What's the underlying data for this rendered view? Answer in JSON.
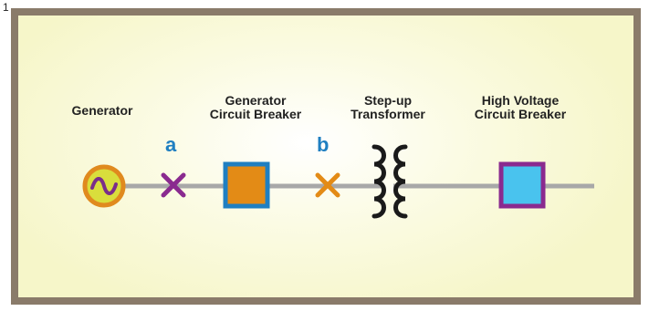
{
  "figure": {
    "number": "1"
  },
  "labels": {
    "generator": "Generator",
    "gcb_line1": "Generator",
    "gcb_line2": "Circuit Breaker",
    "transformer_line1": "Step-up",
    "transformer_line2": "Transformer",
    "hvcb_line1": "High Voltage",
    "hvcb_line2": "Circuit Breaker"
  },
  "fault_points": {
    "a": "a",
    "b": "b"
  },
  "colors": {
    "frame": "#8a7b6a",
    "background": "#f6f6c9",
    "line": "#a8a8a8",
    "generator_fill": "#d9de3c",
    "generator_ring": "#e08a1e",
    "generator_wave": "#7a2d8a",
    "gcb_fill": "#e38b16",
    "gcb_border": "#1f7fc1",
    "hvcb_fill": "#49c3ee",
    "hvcb_border": "#8a2a8f",
    "point_a_mark": "#8a2a8f",
    "point_b_mark": "#e38b16",
    "point_label": "#1f7fc1",
    "coil": "#1a1a1a"
  }
}
